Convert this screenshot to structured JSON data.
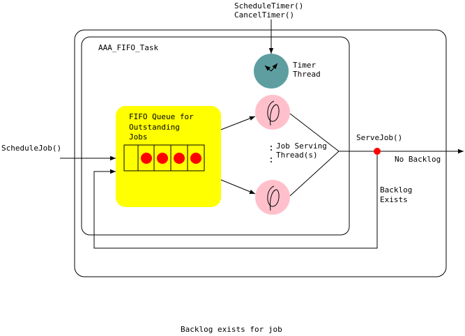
{
  "top_calls": [
    "ScheduleTimer()",
    "CancelTimer()"
  ],
  "task_label": "AAA_FIFO_Task",
  "timer_thread": [
    "Timer",
    "Thread"
  ],
  "queue_label": [
    "FIFO Queue for",
    "Outstanding",
    "Jobs"
  ],
  "job_serving": [
    "Job Serving",
    "Thread(s)"
  ],
  "schedule_job": "ScheduleJob()",
  "serve_job": "ServeJob()",
  "no_backlog": "No Backlog",
  "backlog_exists": [
    "Backlog",
    "Exists"
  ],
  "caption": "Backlog exists for job",
  "colors": {
    "queue_fill": "#ffff00",
    "queue_job": "#ff0000",
    "timer_fill": "#5f9ea0",
    "thread_fill": "#ffc0cb",
    "decision_point": "#ff0000"
  },
  "icons": {
    "timer": "clock-icon",
    "thread": "scribble-icon"
  }
}
